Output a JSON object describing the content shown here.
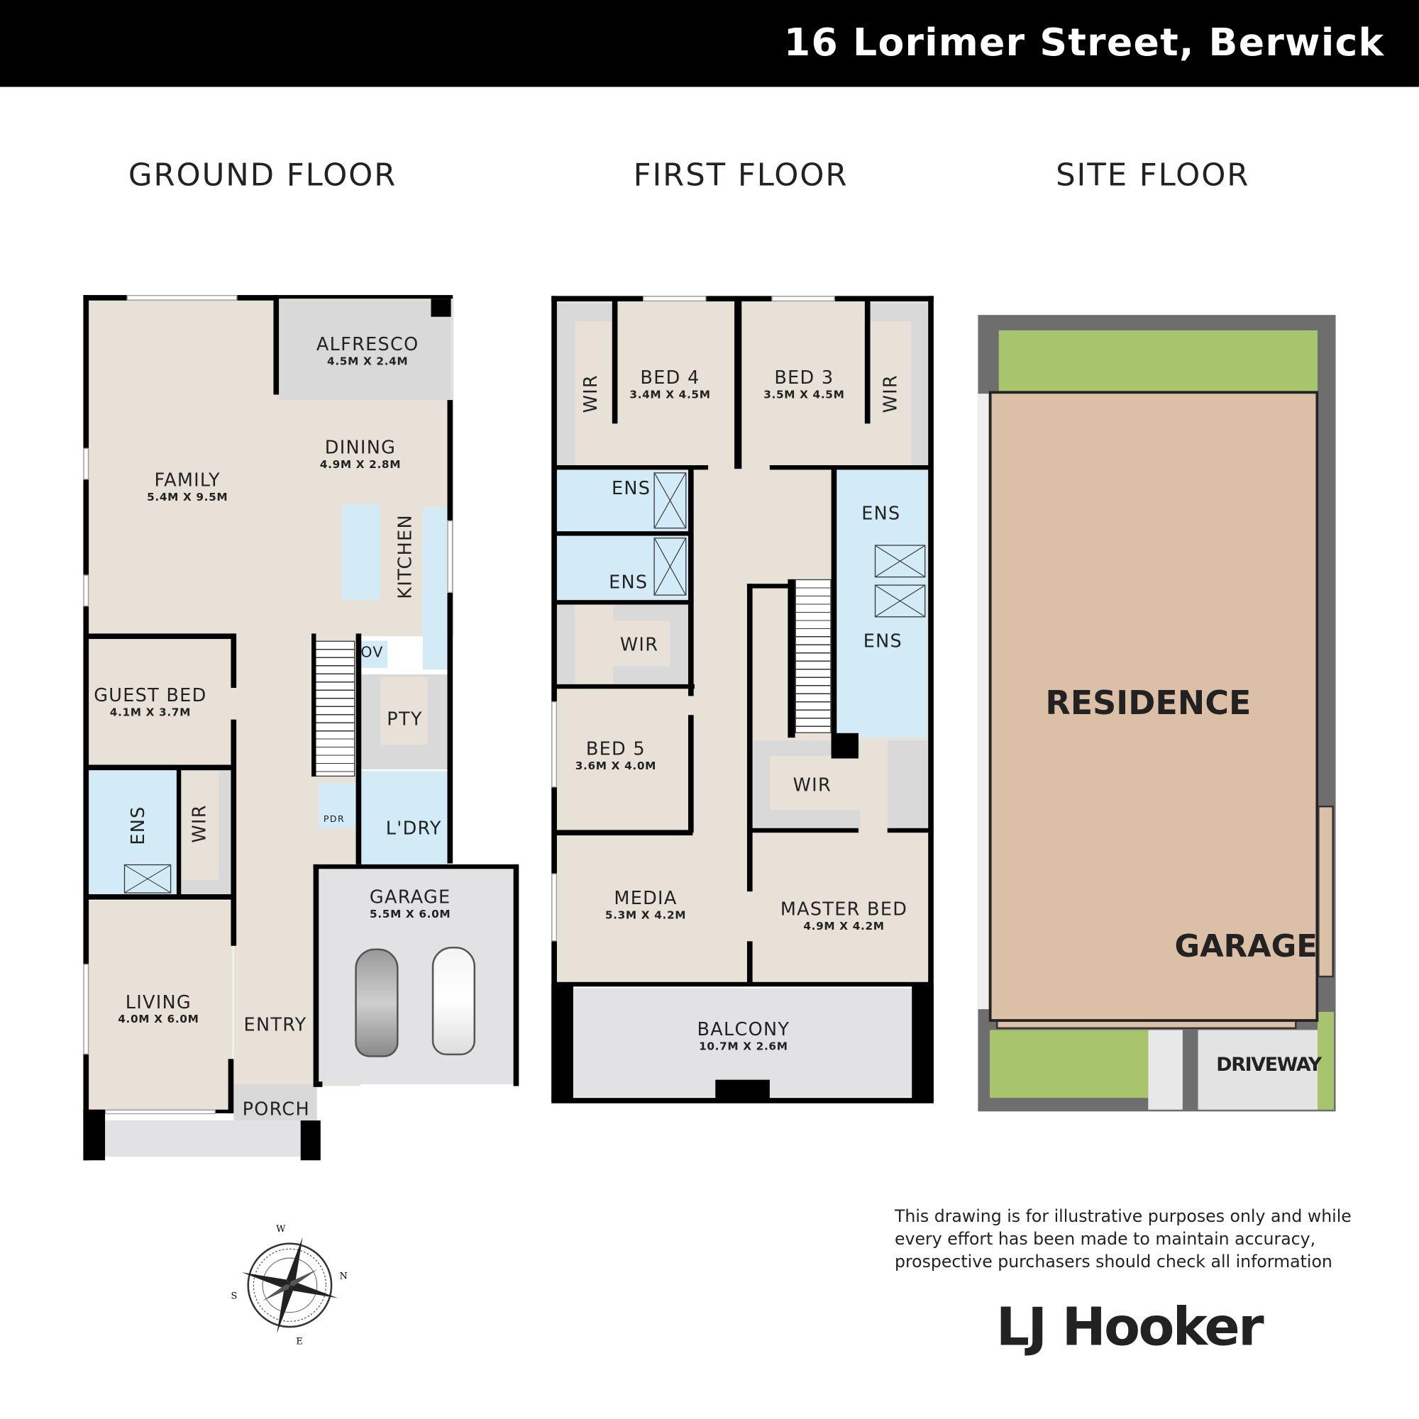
{
  "header": {
    "title": "16 Lorimer Street, Berwick"
  },
  "floors": {
    "ground": {
      "heading": "GROUND FLOOR",
      "rooms": {
        "alfresco": {
          "name": "ALFRESCO",
          "dim": "4.5M X 2.4M"
        },
        "dining": {
          "name": "DINING",
          "dim": "4.9M X 2.8M"
        },
        "family": {
          "name": "FAMILY",
          "dim": "5.4M X 9.5M"
        },
        "kitchen": {
          "name": "KITCHEN"
        },
        "guest_bed": {
          "name": "GUEST BED",
          "dim": "4.1M X 3.7M"
        },
        "ens": {
          "name": "ENS"
        },
        "wir": {
          "name": "WIR"
        },
        "ov": {
          "name": "OV"
        },
        "pty": {
          "name": "PTY"
        },
        "pdr": {
          "name": "PDR"
        },
        "laundry": {
          "name": "L'DRY"
        },
        "garage": {
          "name": "GARAGE",
          "dim": "5.5M X 6.0M"
        },
        "living": {
          "name": "LIVING",
          "dim": "4.0M X 6.0M"
        },
        "entry": {
          "name": "ENTRY"
        },
        "porch": {
          "name": "PORCH"
        }
      }
    },
    "first": {
      "heading": "FIRST FLOOR",
      "rooms": {
        "wir_left": {
          "name": "WIR"
        },
        "bed4": {
          "name": "BED 4",
          "dim": "3.4M X 4.5M"
        },
        "bed3": {
          "name": "BED 3",
          "dim": "3.5M X 4.5M"
        },
        "wir_right": {
          "name": "WIR"
        },
        "ens1": {
          "name": "ENS"
        },
        "ens2": {
          "name": "ENS"
        },
        "ens3": {
          "name": "ENS"
        },
        "ens4": {
          "name": "ENS"
        },
        "wir_mid": {
          "name": "WIR"
        },
        "bed5": {
          "name": "BED 5",
          "dim": "3.6M X 4.0M"
        },
        "wir_master": {
          "name": "WIR"
        },
        "media": {
          "name": "MEDIA",
          "dim": "5.3M X 4.2M"
        },
        "master": {
          "name": "MASTER BED",
          "dim": "4.9M X 4.2M"
        },
        "balcony": {
          "name": "BALCONY",
          "dim": "10.7M X 2.6M"
        }
      }
    },
    "site": {
      "heading": "SITE FLOOR",
      "residence": "RESIDENCE",
      "garage": "GARAGE",
      "driveway": "DRIVEWAY"
    }
  },
  "compass": {
    "n": "N",
    "s": "S",
    "e": "E",
    "w": "W"
  },
  "disclaimer": [
    "This drawing is for illustrative purposes only and while",
    "every effort has been made to maintain accuracy,",
    "prospective purchasers should check all information"
  ],
  "logo": "LJ Hooker",
  "colors": {
    "room": "#e8e1d8",
    "wet": "#d2ebf6",
    "outdoor": "#d9d9d9",
    "lawn": "#a8c56e",
    "residence": "#dbbfa6"
  }
}
